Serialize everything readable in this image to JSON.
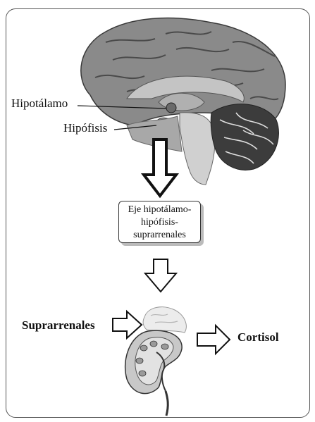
{
  "labels": {
    "hypothalamus": "Hipotálamo",
    "pituitary": "Hipófisis",
    "adrenals": "Suprarrenales",
    "cortisol": "Cortisol"
  },
  "axis_box": {
    "line1": "Eje hipotálamo-",
    "line2": "hipófisis-",
    "line3": "suprarrenales"
  },
  "colors": {
    "brain": "#8a8a8a",
    "cerebellum": "#3c3c3c",
    "kidney": "#c8c8c8",
    "gland": "#ececec",
    "arrow_stroke": "#111111"
  },
  "icons": [
    "brain-sagittal-illustration",
    "kidney-adrenal-illustration",
    "down-arrow",
    "right-arrow"
  ]
}
